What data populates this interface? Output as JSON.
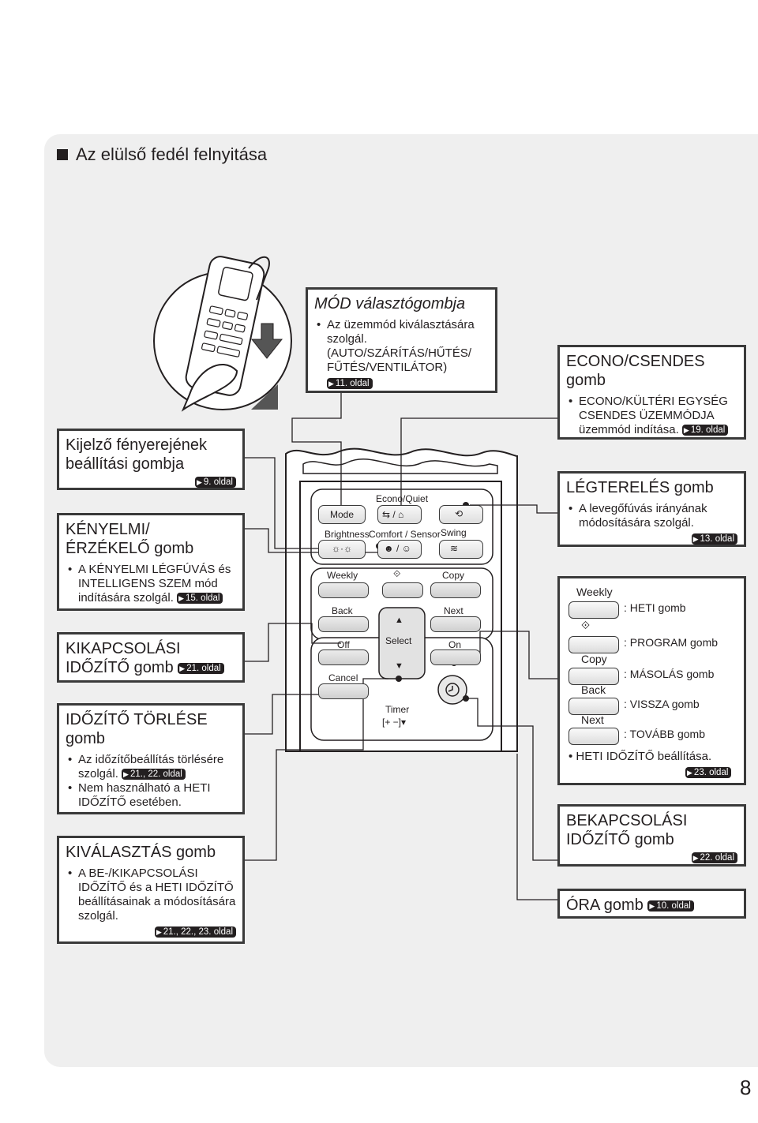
{
  "section_title": "Az elülső fedél felnyitása",
  "page_number": "8",
  "mode_box": {
    "title": "MÓD választógombja",
    "bullets": [
      "Az üzemmód kiválasztására szolgál. (AUTO/SZÁRÍTÁS/HŰTÉS/ FŰTÉS/VENTILÁTOR)"
    ],
    "ref": "11. oldal"
  },
  "econo_box": {
    "title": "ECONO/CSENDES gomb",
    "bullets": [
      "ECONO/KÜLTÉRI EGYSÉG CSENDES ÜZEMMÓDJA üzemmód indítása."
    ],
    "ref": "19. oldal"
  },
  "brightness_box": {
    "title": "Kijelző fényerejének beállítási gombja",
    "ref": "9. oldal"
  },
  "comfort_box": {
    "title": "KÉNYELMI/ ÉRZÉKELŐ gomb",
    "bullets": [
      "A KÉNYELMI LÉGFÚVÁS és INTELLIGENS SZEM mód indítására szolgál."
    ],
    "ref": "15. oldal"
  },
  "off_timer_box": {
    "title": "KIKAPCSOLÁSI IDŐZÍTŐ gomb",
    "ref": "21. oldal"
  },
  "timer_cancel_box": {
    "title": "IDŐZÍTŐ TÖRLÉSE gomb",
    "bullet1": "Az időzítőbeállítás törlésére szolgál.",
    "ref": "21., 22. oldal",
    "bullet2": "Nem használható a HETI IDŐZÍTŐ esetében."
  },
  "select_box": {
    "title": "KIVÁLASZTÁS gomb",
    "bullets": [
      "A BE-/KIKAPCSOLÁSI IDŐZÍTŐ és a HETI IDŐZÍTŐ beállításainak a módosítására szolgál."
    ],
    "ref": "21., 22., 23. oldal"
  },
  "swing_box": {
    "title": "LÉGTERELÉS gomb",
    "bullets": [
      "A levegőfúvás irányának módosítására szolgál."
    ],
    "ref": "13. oldal"
  },
  "weekly_legend": {
    "items": [
      {
        "button": "Weekly",
        "name": ": HETI gomb"
      },
      {
        "button": "",
        "name": ": PROGRAM gomb"
      },
      {
        "button": "Copy",
        "name": ": MÁSOLÁS gomb"
      },
      {
        "button": "Back",
        "name": ": VISSZA gomb"
      },
      {
        "button": "Next",
        "name": ": TOVÁBB gomb"
      }
    ],
    "bullet": "HETI IDŐZÍTŐ beállítása.",
    "ref": "23. oldal"
  },
  "on_timer_box": {
    "title": "BEKAPCSOLÁSI IDŐZÍTŐ gomb",
    "ref": "22. oldal"
  },
  "clock_box": {
    "title": "ÓRA gomb",
    "ref": "10. oldal"
  },
  "remote": {
    "mode": "Mode",
    "econo_quiet": "Econo/Quiet",
    "brightness": "Brightness",
    "comfort_sensor": "Comfort / Sensor",
    "swing": "Swing",
    "weekly": "Weekly",
    "copy": "Copy",
    "back": "Back",
    "next": "Next",
    "off": "Off",
    "select": "Select",
    "on": "On",
    "cancel": "Cancel",
    "timer": "Timer"
  }
}
